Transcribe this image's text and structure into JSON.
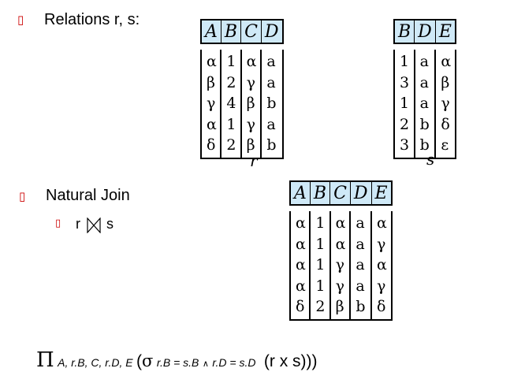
{
  "bullets": {
    "relations_label": "Relations r, s:",
    "natural_join_label": "Natural Join",
    "join_expr_left": "r",
    "join_expr_right": "s",
    "bullet_glyph": "▯"
  },
  "relation_r": {
    "name": "r",
    "headers": [
      "A",
      "B",
      "C",
      "D"
    ],
    "columns": [
      [
        "α",
        "β",
        "γ",
        "α",
        "δ"
      ],
      [
        "1",
        "2",
        "4",
        "1",
        "2"
      ],
      [
        "α",
        "γ",
        "β",
        "γ",
        "β"
      ],
      [
        "a",
        "a",
        "b",
        "a",
        "b"
      ]
    ]
  },
  "relation_s": {
    "name": "s",
    "headers": [
      "B",
      "D",
      "E"
    ],
    "columns": [
      [
        "1",
        "3",
        "1",
        "2",
        "3"
      ],
      [
        "a",
        "a",
        "a",
        "b",
        "b"
      ],
      [
        "α",
        "β",
        "γ",
        "δ",
        "ε"
      ]
    ]
  },
  "relation_result": {
    "headers": [
      "A",
      "B",
      "C",
      "D",
      "E"
    ],
    "columns": [
      [
        "α",
        "α",
        "α",
        "α",
        "δ"
      ],
      [
        "1",
        "1",
        "1",
        "1",
        "2"
      ],
      [
        "α",
        "α",
        "γ",
        "γ",
        "β"
      ],
      [
        "a",
        "a",
        "a",
        "a",
        "b"
      ],
      [
        "α",
        "γ",
        "α",
        "γ",
        "δ"
      ]
    ]
  },
  "formula": {
    "pi": "Π",
    "projection_sub": "A, r.B, C, r.D, E",
    "open": "(",
    "sigma": "σ",
    "selection_sub_1": "r.B = s.B",
    "and_symbol": "∧",
    "selection_sub_2": "r.D = s.D",
    "inner": "(r x s)))"
  },
  "colors": {
    "header_bg": "#cfe9f7",
    "bullet": "#cc0000",
    "border": "#000000"
  }
}
